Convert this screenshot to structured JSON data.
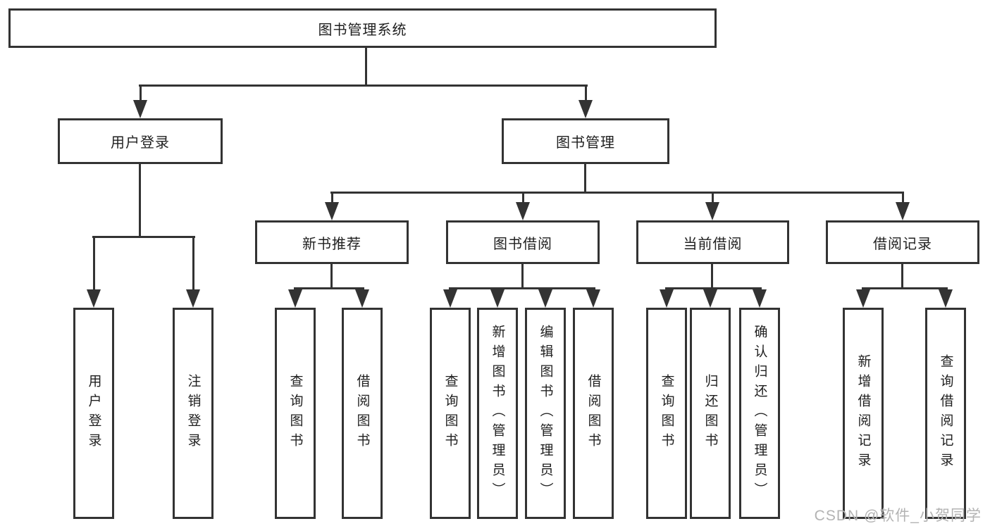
{
  "colors": {
    "line": "#333333",
    "box_border": "#333333",
    "box_background": "#ffffff",
    "text": "#1f1f1f",
    "watermark_color": "#b3b3b3"
  },
  "watermark": {
    "text": "CSDN @软件_小贺同学"
  },
  "tree": {
    "root": {
      "label": "图书管理系统"
    },
    "branches": [
      {
        "label": "用户登录",
        "children": [
          {
            "label": "用户登录"
          },
          {
            "label": "注销登录"
          }
        ]
      },
      {
        "label": "图书管理",
        "children": [
          {
            "label": "新书推荐",
            "children": [
              {
                "label": "查询图书"
              },
              {
                "label": "借阅图书"
              }
            ]
          },
          {
            "label": "图书借阅",
            "children": [
              {
                "label": "查询图书"
              },
              {
                "label": "新增图书（管理员）"
              },
              {
                "label": "编辑图书（管理员）"
              },
              {
                "label": "借阅图书"
              }
            ]
          },
          {
            "label": "当前借阅",
            "children": [
              {
                "label": "查询图书"
              },
              {
                "label": "归还图书"
              },
              {
                "label": "确认归还（管理员）"
              }
            ]
          },
          {
            "label": "借阅记录",
            "children": [
              {
                "label": "新增借阅记录"
              },
              {
                "label": "查询借阅记录"
              }
            ]
          }
        ]
      }
    ]
  }
}
